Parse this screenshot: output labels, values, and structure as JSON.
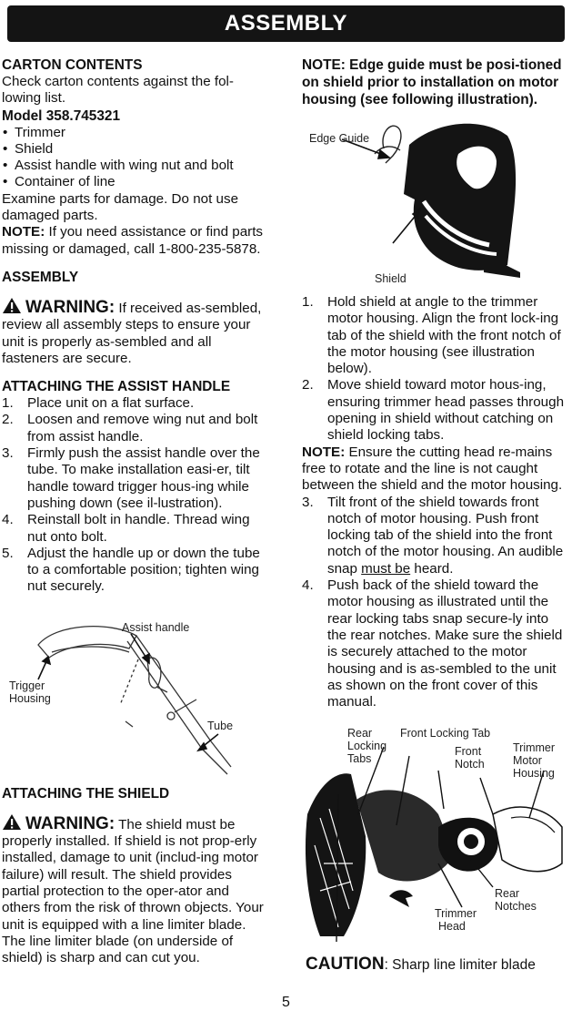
{
  "banner": "ASSEMBLY",
  "left": {
    "carton_title": "CARTON CONTENTS",
    "carton_text": "Check carton contents against the fol-lowing list.",
    "model": "Model 358.745321",
    "items": [
      "Trimmer",
      "Shield",
      "Assist handle with wing nut and bolt",
      "Container of line"
    ],
    "examine": "Examine parts for damage. Do not use damaged parts.",
    "note_label": "NOTE:",
    "note_text": " If you need assistance or find parts missing or damaged, call 1-800-235-5878.",
    "assembly_title": "ASSEMBLY",
    "warning_label": "WARNING:",
    "warning1_text": " If received as-sembled, review all assembly steps to ensure your unit is properly as-sembled and all fasteners are secure.",
    "assist_title": "ATTACHING THE ASSIST HANDLE",
    "assist_steps": [
      {
        "n": "1.",
        "t": "Place unit on a flat surface."
      },
      {
        "n": "2.",
        "t": "Loosen and remove wing nut and bolt from assist handle."
      },
      {
        "n": "3.",
        "t": "Firmly push the assist handle over the tube. To make installation easi-er, tilt handle toward trigger hous-ing while pushing down (see il-lustration)."
      },
      {
        "n": "4.",
        "t": "Reinstall bolt in handle. Thread wing nut onto bolt."
      },
      {
        "n": "5.",
        "t": "Adjust the handle up or down the tube to a comfortable position; tighten wing nut securely."
      }
    ],
    "fig1_labels": {
      "assist": "Assist handle",
      "trigger1": "Trigger",
      "trigger2": "Housing",
      "tube": "Tube"
    },
    "shield_title": "ATTACHING THE SHIELD",
    "warning2_text": " The shield must be properly installed. If shield is not prop-erly installed, damage to unit (includ-ing motor failure) will result. The shield provides partial protection to the oper-ator and others from the risk of thrown objects. Your unit is equipped with a line limiter blade. The line limiter blade (on underside of shield) is sharp and can cut you."
  },
  "right": {
    "note_bold": "NOTE: Edge guide must be posi-tioned on shield prior to installation on motor housing (see following illustration).",
    "fig2_labels": {
      "edge": "Edge Guide",
      "shield": "Shield"
    },
    "steps": [
      {
        "n": "1.",
        "t": "Hold shield at angle to the trimmer motor housing. Align the front lock-ing tab of the shield with the front notch of the motor housing (see illustration below)."
      },
      {
        "n": "2.",
        "t": "Move shield toward motor hous-ing, ensuring trimmer head passes through opening in shield without catching on shield locking tabs."
      }
    ],
    "note2_label": "NOTE:",
    "note2_text": " Ensure the cutting head re-mains free to rotate and the line is not caught between the shield and the motor housing.",
    "step3_n": "3.",
    "step3_a": "Tilt front of the shield towards front notch of motor housing. Push front locking tab of the shield into the front notch of the motor housing. An audible snap ",
    "step3_u": "must be",
    "step3_b": " heard.",
    "step4_n": "4.",
    "step4": "Push back of the shield toward the motor housing as illustrated until the rear locking tabs snap secure-ly into the rear notches. Make sure the shield is securely attached to the motor housing and is as-sembled to the unit as shown on the front cover of this manual.",
    "fig3_labels": {
      "rear1": "Rear",
      "rear2": "Locking",
      "rear3": "Tabs",
      "flt": "Front Locking Tab",
      "front1": "Front",
      "front2": "Notch",
      "tm1": "Trimmer",
      "tm2": "Motor",
      "tm3": "Housing",
      "rn1": "Rear",
      "rn2": "Notches",
      "th1": "Trimmer",
      "th2": "Head"
    },
    "caution_label": "CAUTION",
    "caution_text": ": Sharp line limiter blade"
  },
  "page_number": "5"
}
